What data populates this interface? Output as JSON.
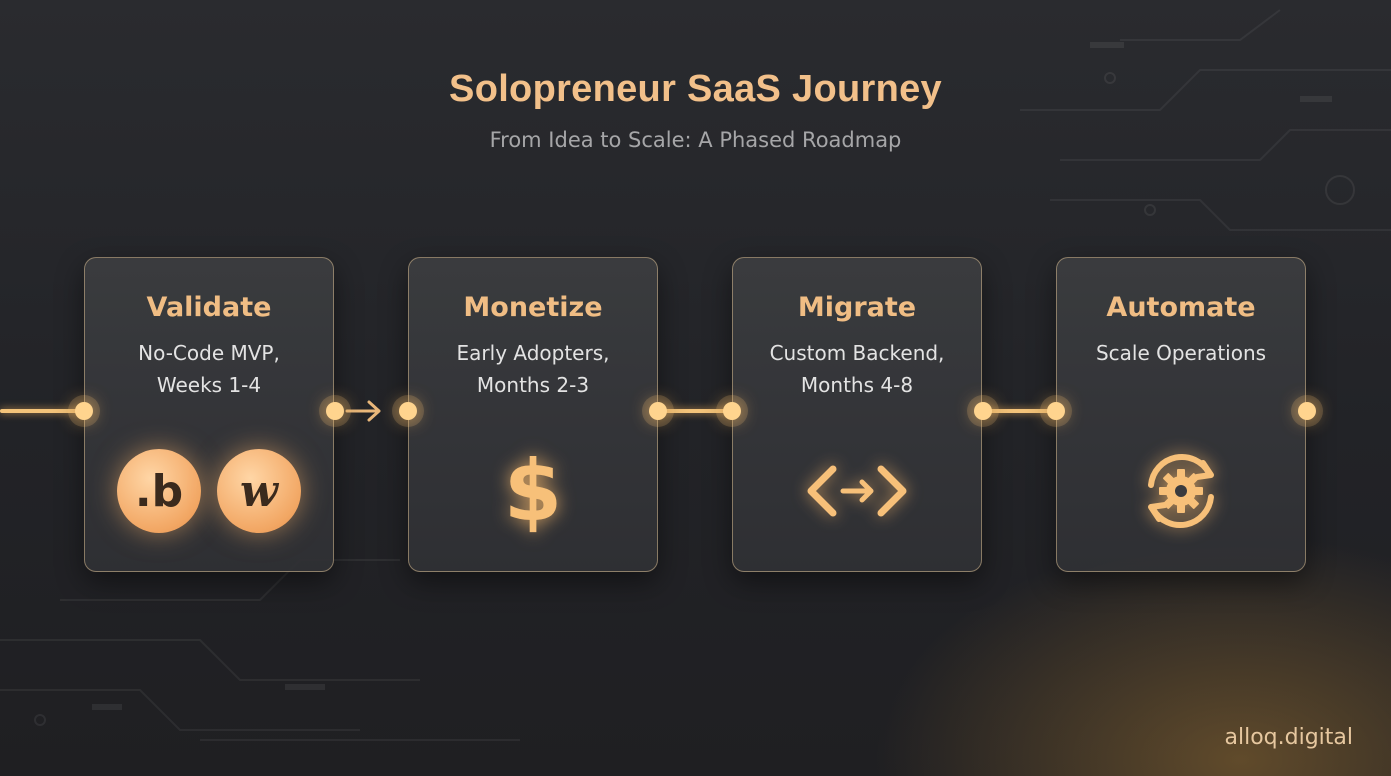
{
  "title": "Solopreneur SaaS Journey",
  "subtitle": "From Idea to Scale: A Phased Roadmap",
  "phases": [
    {
      "title": "Validate",
      "desc_line1": "No-Code MVP,",
      "desc_line2": "Weeks 1-4",
      "icons": [
        "bubble-logo-icon",
        "webflow-logo-icon"
      ],
      "badge_letters": [
        ".b",
        "w"
      ]
    },
    {
      "title": "Monetize",
      "desc_line1": "Early Adopters,",
      "desc_line2": "Months 2-3",
      "icons": [
        "dollar-sign-icon"
      ],
      "symbol": "$"
    },
    {
      "title": "Migrate",
      "desc_line1": "Custom Backend,",
      "desc_line2": "Months 4-8",
      "icons": [
        "code-arrow-icon"
      ]
    },
    {
      "title": "Automate",
      "desc_line1": "Scale Operations",
      "desc_line2": "",
      "icons": [
        "gear-cycle-icon"
      ]
    }
  ],
  "brand": "alloq.digital",
  "colors": {
    "accent": "#f0bd84",
    "node": "#ffd48e",
    "background": "#232428"
  }
}
